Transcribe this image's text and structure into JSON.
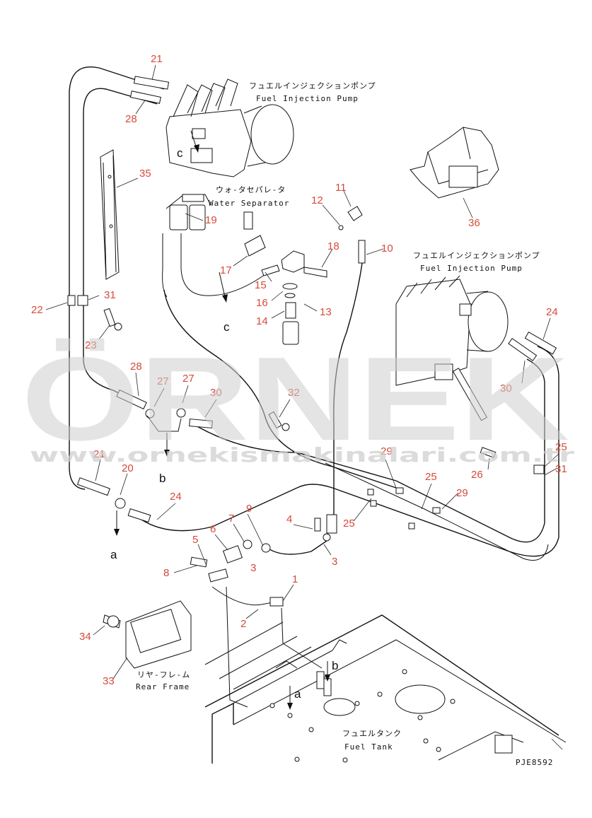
{
  "labels": {
    "pump_top_jp": "フュエルインジェクションポンプ",
    "pump_top_en": "Fuel Injection Pump",
    "sep_jp": "ウォ-タセパレ-タ",
    "sep_en": "Water Separator",
    "pump_right_jp": "フュエルインジェクションポンプ",
    "pump_right_en": "Fuel Injection Pump",
    "frame_jp": "リヤ-フレ-ム",
    "frame_en": "Rear Frame",
    "tank_jp": "フュエルタンク",
    "tank_en": "Fuel Tank",
    "drawing_code": "PJE8592"
  },
  "watermark": {
    "brand": "ÖRNEK",
    "url": "www.ornekismakinalari.com.tr"
  },
  "letters": {
    "a1": "a",
    "a2": "a",
    "b1": "b",
    "b2": "b",
    "c1": "c",
    "c2": "c"
  },
  "callouts": {
    "n21a": "21",
    "n28a": "28",
    "n35": "35",
    "n19": "19",
    "n12": "12",
    "n11": "11",
    "n36": "36",
    "n18": "18",
    "n10": "10",
    "n17": "17",
    "n15": "15",
    "n16": "16",
    "n13": "13",
    "n14": "14",
    "n22": "22",
    "n31a": "31",
    "n23": "23",
    "n24a": "24",
    "n28b": "28",
    "n27a": "27",
    "n27b": "27",
    "n30a": "30",
    "n32": "32",
    "n30b": "30",
    "n29a": "29",
    "n25a": "25",
    "n26": "26",
    "n31b": "31",
    "n21b": "21",
    "n20": "20",
    "n25b": "25",
    "n29b": "29",
    "n25c": "25",
    "n24b": "24",
    "n9": "9",
    "n7": "7",
    "n4": "4",
    "n6": "6",
    "n5": "5",
    "n3a": "3",
    "n3b": "3",
    "n8": "8",
    "n1": "1",
    "n2": "2",
    "n34": "34",
    "n33": "33"
  }
}
